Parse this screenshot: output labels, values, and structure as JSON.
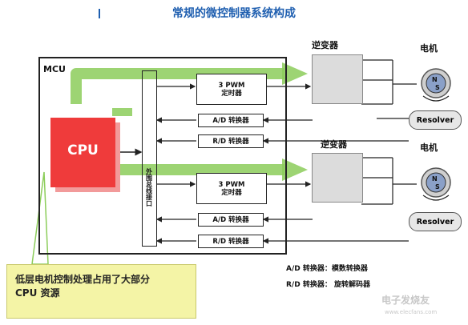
{
  "title": "常规的微控制器系统构成",
  "mcu_label": "MCU",
  "cpu_label": "CPU",
  "bus_label": "外围总线接口",
  "channels": [
    {
      "pwm_label_line1": "3 PWM",
      "pwm_label_line2": "定时器",
      "ad_label": "A/D  转换器",
      "rd_label": "R/D  转换器",
      "inverter_label": "逆变器",
      "motor_label": "电机",
      "resolver_label": "Resolver"
    },
    {
      "pwm_label_line1": "3 PWM",
      "pwm_label_line2": "定时器",
      "ad_label": "A/D  转换器",
      "rd_label": "R/D  转换器",
      "inverter_label": "逆变器",
      "motor_label": "电机",
      "resolver_label": "Resolver"
    }
  ],
  "legend": [
    "A/D  转换器：模数转换器",
    "R/D  转换器： 旋转解码器"
  ],
  "note": {
    "line1": "低层电机控制处理占用了大部分",
    "line2": "CPU 资源"
  },
  "watermark": {
    "line1": "电子发烧友",
    "line2": "www.elecfans.com"
  },
  "colors": {
    "title": "#1f5fb0",
    "cpu": "#ef3b3b",
    "flow_arrow": "#8ccd5a",
    "note_bg": "#f4f4a6"
  }
}
